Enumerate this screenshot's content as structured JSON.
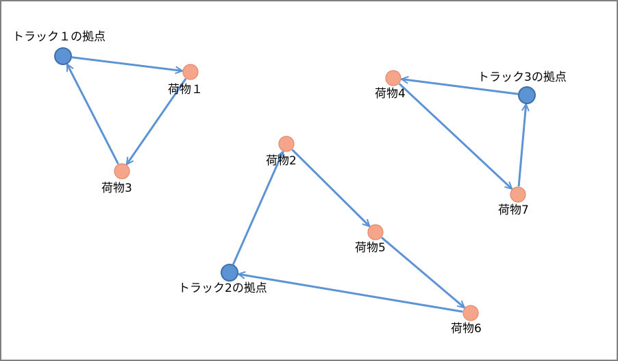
{
  "colors": {
    "depot_fill": "#5b93d4",
    "depot_stroke": "#3f6fa8",
    "cargo_fill": "#f5a58a",
    "cargo_stroke": "#e7876a",
    "edge": "#5b93d4",
    "frame": "#7f7f7f"
  },
  "depots": [
    {
      "id": "depot1",
      "label": "トラック１の拠点"
    },
    {
      "id": "depot2",
      "label": "トラック2の拠点"
    },
    {
      "id": "depot3",
      "label": "トラック3の拠点"
    }
  ],
  "cargo": [
    {
      "id": "cargo1",
      "label": "荷物１"
    },
    {
      "id": "cargo2",
      "label": "荷物2"
    },
    {
      "id": "cargo3",
      "label": "荷物3"
    },
    {
      "id": "cargo4",
      "label": "荷物4"
    },
    {
      "id": "cargo5",
      "label": "荷物5"
    },
    {
      "id": "cargo6",
      "label": "荷物6"
    },
    {
      "id": "cargo7",
      "label": "荷物7"
    }
  ],
  "routes": [
    {
      "truck": "トラック１",
      "path": [
        "depot1",
        "cargo1",
        "cargo3",
        "depot1"
      ]
    },
    {
      "truck": "トラック2",
      "path": [
        "depot2",
        "cargo2",
        "cargo5",
        "cargo6",
        "depot2"
      ]
    },
    {
      "truck": "トラック3",
      "path": [
        "depot3",
        "cargo4",
        "cargo7",
        "depot3"
      ]
    }
  ]
}
